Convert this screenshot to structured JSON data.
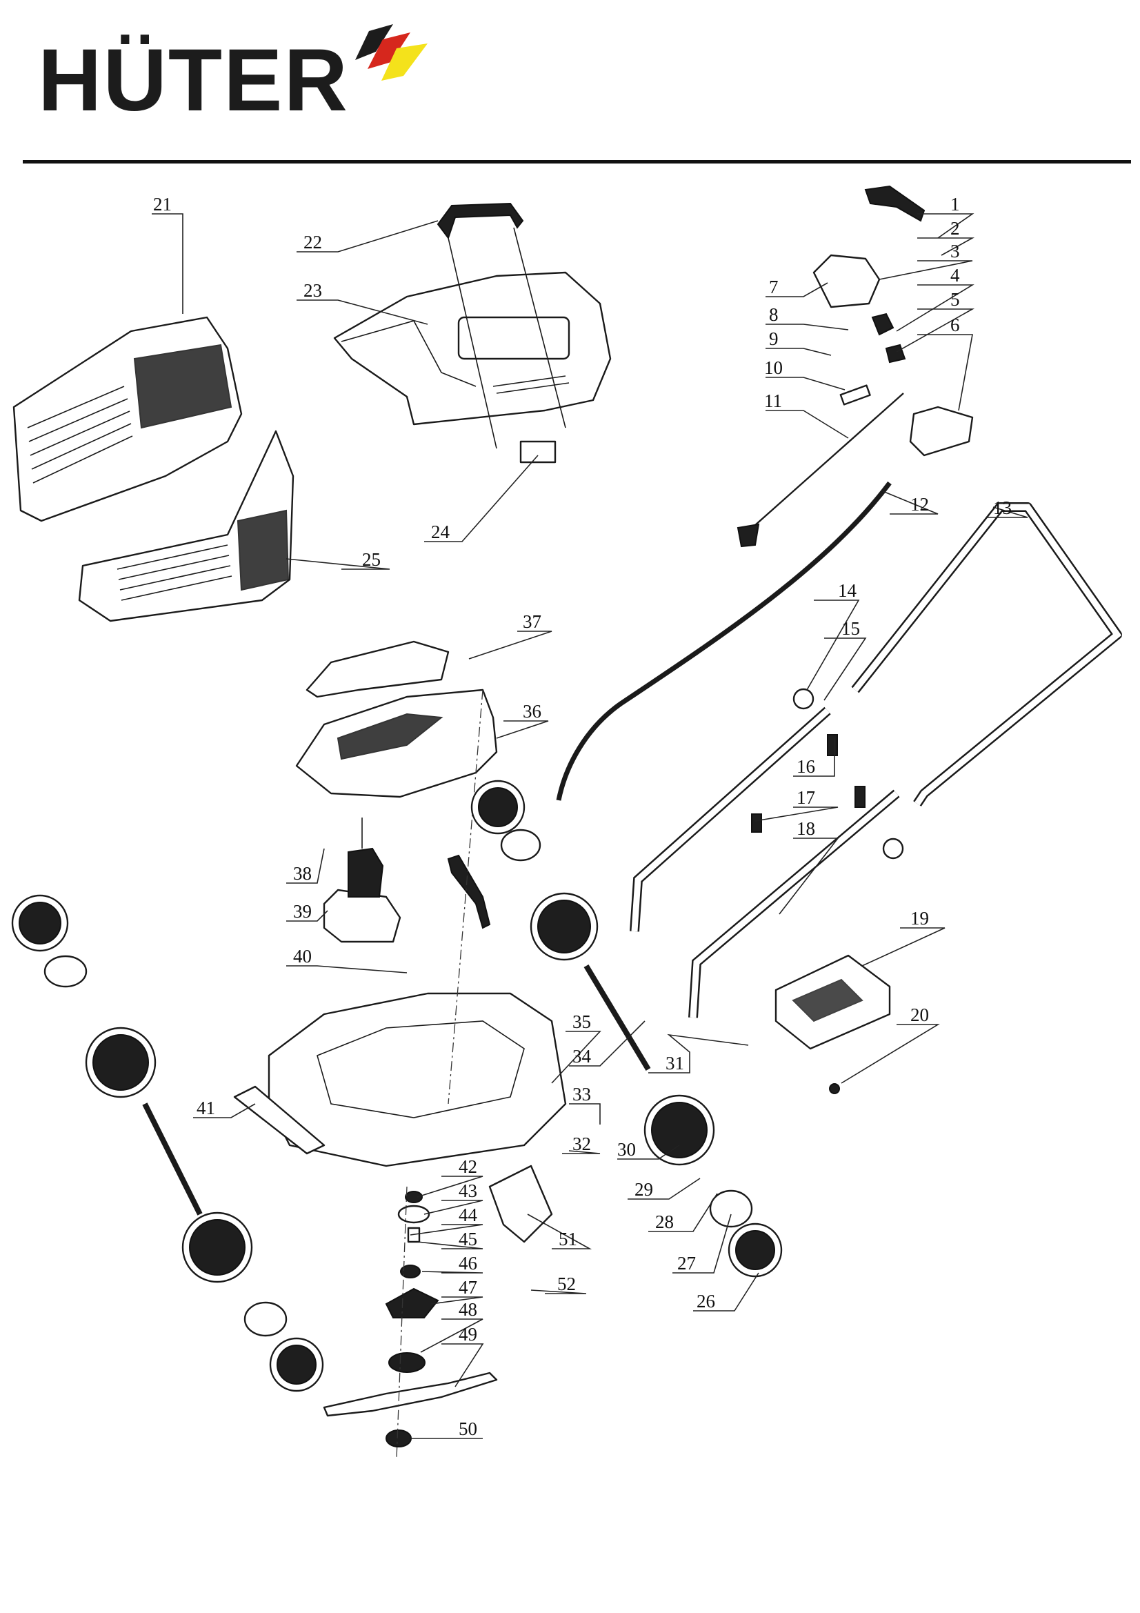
{
  "brand": {
    "logo_text": "HÜTER",
    "colors": {
      "dark": "#1c1c1c",
      "red": "#d6271d",
      "yellow": "#f4e21b"
    }
  },
  "callouts": [
    "1",
    "2",
    "3",
    "4",
    "5",
    "6",
    "7",
    "8",
    "9",
    "10",
    "11",
    "12",
    "13",
    "14",
    "15",
    "16",
    "17",
    "18",
    "19",
    "20",
    "21",
    "22",
    "23",
    "24",
    "25",
    "26",
    "27",
    "28",
    "29",
    "30",
    "31",
    "32",
    "33",
    "34",
    "35",
    "36",
    "37",
    "38",
    "39",
    "40",
    "41",
    "42",
    "43",
    "44",
    "45",
    "46",
    "47",
    "48",
    "49",
    "50",
    "51",
    "52"
  ]
}
